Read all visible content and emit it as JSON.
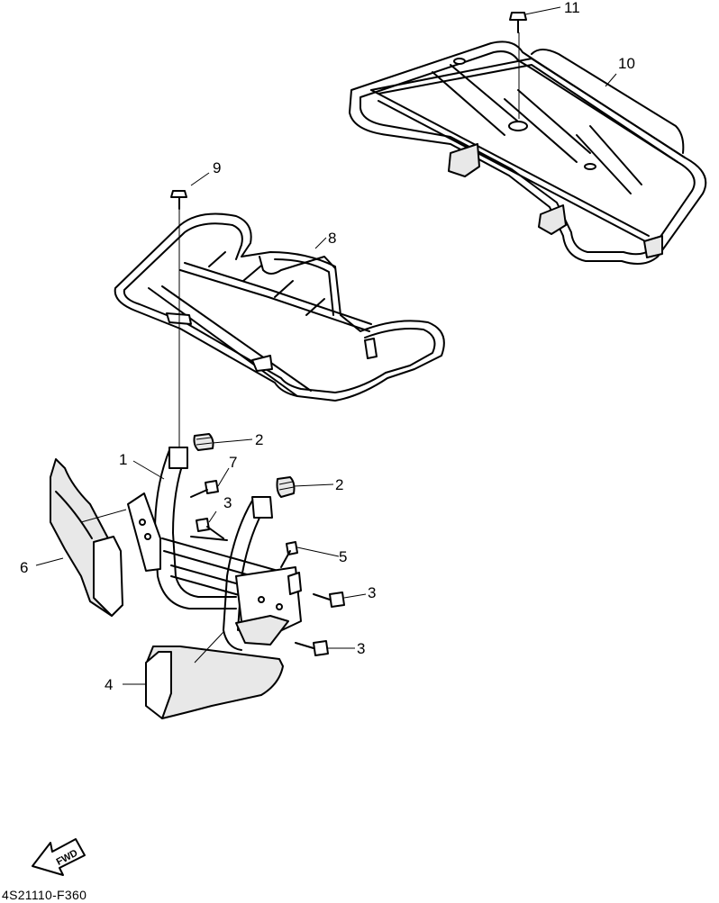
{
  "diagram": {
    "callouts": [
      {
        "id": "c11",
        "text": "11"
      },
      {
        "id": "c10",
        "text": "10"
      },
      {
        "id": "c9",
        "text": "9"
      },
      {
        "id": "c8",
        "text": "8"
      },
      {
        "id": "c2a",
        "text": "2"
      },
      {
        "id": "c1",
        "text": "1"
      },
      {
        "id": "c7",
        "text": "7"
      },
      {
        "id": "c2b",
        "text": "2"
      },
      {
        "id": "c3a",
        "text": "3"
      },
      {
        "id": "c5",
        "text": "5"
      },
      {
        "id": "c6",
        "text": "6"
      },
      {
        "id": "c3b",
        "text": "3"
      },
      {
        "id": "c3c",
        "text": "3"
      },
      {
        "id": "c4",
        "text": "4"
      }
    ],
    "fwd_label": "FWD",
    "drawing_code": "4S21110-F360"
  }
}
